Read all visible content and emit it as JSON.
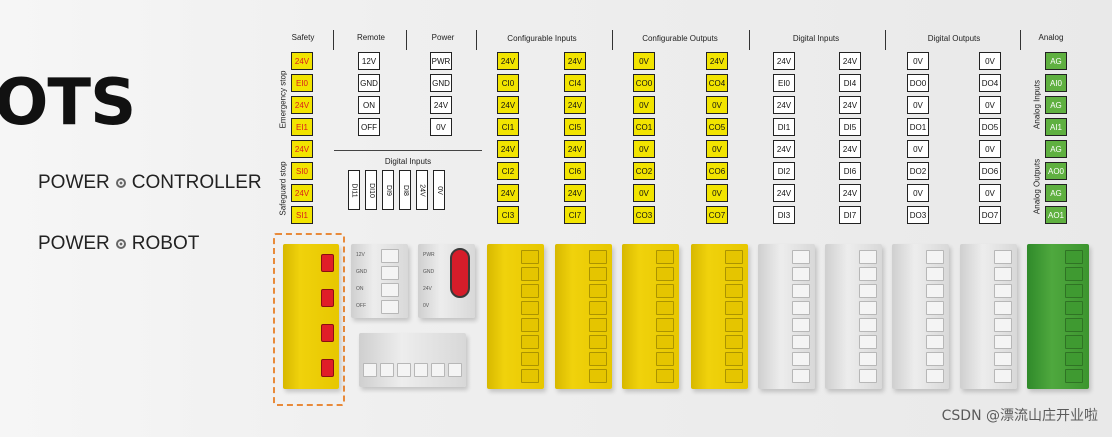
{
  "heading_fragment": "OTS",
  "power_controller": {
    "left": "POWER",
    "right": "CONTROLLER"
  },
  "power_robot": {
    "left": "POWER",
    "right": "ROBOT"
  },
  "groups": {
    "safety": "Safety",
    "remote": "Remote",
    "power": "Power",
    "configurable_inputs": "Configurable Inputs",
    "configurable_outputs": "Configurable Outputs",
    "digital_inputs": "Digital Inputs",
    "digital_outputs": "Digital Outputs",
    "analog": "Analog"
  },
  "side_labels": {
    "emergency_stop": "Emergency stop",
    "safeguard_stop": "Safeguard stop",
    "analog_inputs": "Analog Inputs",
    "analog_outputs": "Analog Outputs"
  },
  "safety_col": [
    "24V",
    "EI0",
    "24V",
    "EI1",
    "24V",
    "SI0",
    "24V",
    "SI1"
  ],
  "remote_col": [
    "12V",
    "GND",
    "ON",
    "OFF"
  ],
  "power_col": [
    "PWR",
    "GND",
    "24V",
    "0V"
  ],
  "digital_inputs_small": {
    "title": "Digital Inputs",
    "labels": [
      "DI11",
      "DI10",
      "DI9",
      "DI8",
      "24V",
      "0V"
    ]
  },
  "ci_col1": [
    "24V",
    "CI0",
    "24V",
    "CI1",
    "24V",
    "CI2",
    "24V",
    "CI3"
  ],
  "ci_col2": [
    "24V",
    "CI4",
    "24V",
    "CI5",
    "24V",
    "CI6",
    "24V",
    "CI7"
  ],
  "co_col1": [
    "0V",
    "CO0",
    "0V",
    "CO1",
    "0V",
    "CO2",
    "0V",
    "CO3"
  ],
  "co_col2": [
    "24V",
    "CO4",
    "0V",
    "CO5",
    "0V",
    "CO6",
    "0V",
    "CO7"
  ],
  "di_col1": [
    "24V",
    "EI0",
    "24V",
    "DI1",
    "24V",
    "DI2",
    "24V",
    "DI3"
  ],
  "di_col2": [
    "24V",
    "DI4",
    "24V",
    "DI5",
    "24V",
    "DI6",
    "24V",
    "DI7"
  ],
  "do_col1": [
    "0V",
    "DO0",
    "0V",
    "DO1",
    "0V",
    "DO2",
    "0V",
    "DO3"
  ],
  "do_col2": [
    "0V",
    "DO4",
    "0V",
    "DO5",
    "0V",
    "DO6",
    "0V",
    "DO7"
  ],
  "analog_col": [
    "AG",
    "AI0",
    "AG",
    "AI1",
    "AG",
    "AO0",
    "AG",
    "AO1"
  ],
  "remote_connector_text": [
    "12V",
    "GND",
    "ON",
    "OFF"
  ],
  "power_connector_text": [
    "PWR",
    "GND",
    "24V",
    "0V"
  ],
  "watermark": "CSDN @漂流山庄开业啦",
  "colors": {
    "yellow": "#f2e400",
    "green": "#5fb040",
    "red_text": "#d81c1c",
    "highlight_dash": "#e88a3a"
  }
}
